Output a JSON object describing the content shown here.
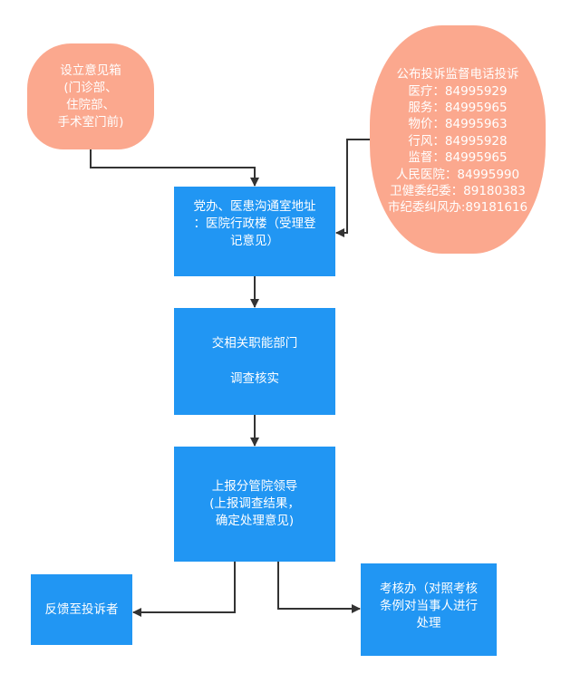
{
  "nodes": {
    "suggestion_box": {
      "lines": [
        "设立意见箱",
        "(门诊部、",
        "住院部、",
        "手术室门前)"
      ]
    },
    "hotlines": {
      "title": "公布投诉监督电话投诉",
      "entries": [
        {
          "label": "医疗",
          "sep": "：",
          "number": "84995929"
        },
        {
          "label": "服务",
          "sep": "：",
          "number": "84995965"
        },
        {
          "label": "物价",
          "sep": "：",
          "number": "84995963"
        },
        {
          "label": "行风",
          "sep": "：",
          "number": "84995928"
        },
        {
          "label": "监督",
          "sep": "：",
          "number": "84995965"
        },
        {
          "label": "人民医院",
          "sep": "：",
          "number": "84995990"
        },
        {
          "label": "卫健委纪委",
          "sep": "：",
          "number": "89180383"
        },
        {
          "label": "市纪委纠风办",
          "sep": ":",
          "number": "89181616"
        }
      ]
    },
    "receive": {
      "lines": [
        "党办、医患沟通室地址",
        "：医院行政楼（受理登",
        "记意见）"
      ]
    },
    "transfer": {
      "line1": "交相关职能部门",
      "line2": "调查核实"
    },
    "report": {
      "lines": [
        "上报分管院领导",
        "(上报调查结果，",
        "确定处理意见)"
      ]
    },
    "feedback": {
      "label": "反馈至投诉者"
    },
    "assessment": {
      "lines": [
        "考核办（对照考核",
        "条例对当事人进行",
        "处理"
      ]
    }
  },
  "colors": {
    "oval_fill": "#fba88e",
    "box_fill": "#2196f3",
    "text": "#ffffff",
    "connector": "#333333"
  }
}
